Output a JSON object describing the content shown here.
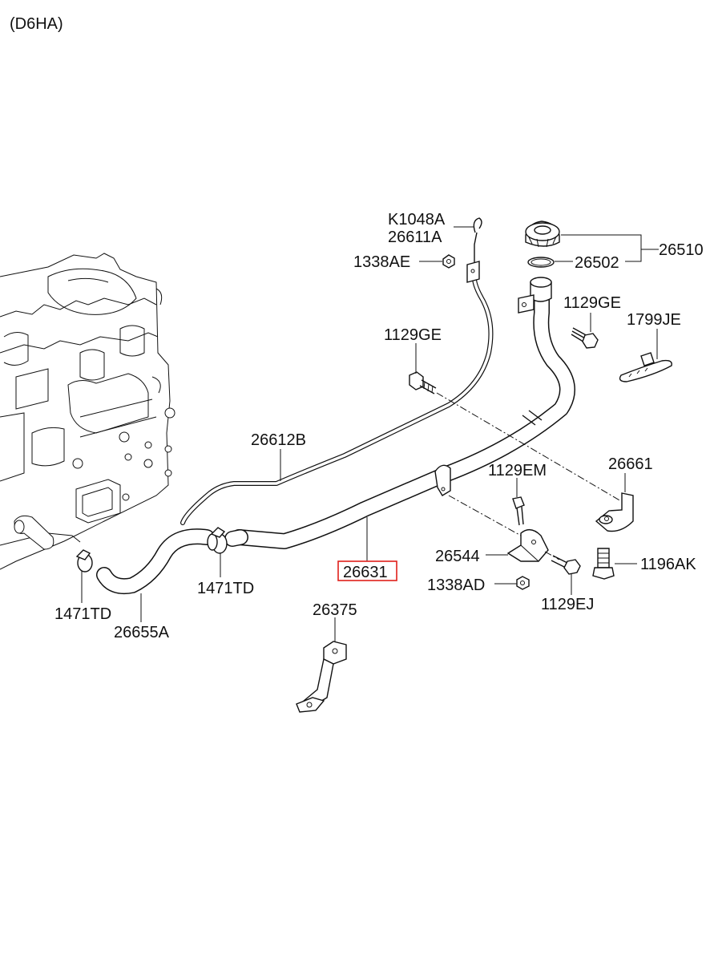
{
  "header": {
    "engine_code": "(D6HA)"
  },
  "labels": {
    "k1048a": "K1048A",
    "p26611a": "26611A",
    "p1338ae": "1338AE",
    "p26510": "26510",
    "p26502": "26502",
    "p1129ge_right": "1129GE",
    "p1799je": "1799JE",
    "p1129ge_left": "1129GE",
    "p26612b": "26612B",
    "p26661": "26661",
    "p1129em": "1129EM",
    "p26631": "26631",
    "p26544": "26544",
    "p1196ak": "1196AK",
    "p1338ad": "1338AD",
    "p1129ej": "1129EJ",
    "p1471td_right": "1471TD",
    "p1471td_left": "1471TD",
    "p26655a": "26655A",
    "p26375": "26375"
  },
  "highlight": {
    "part": "26631",
    "color": "#e0201b"
  }
}
